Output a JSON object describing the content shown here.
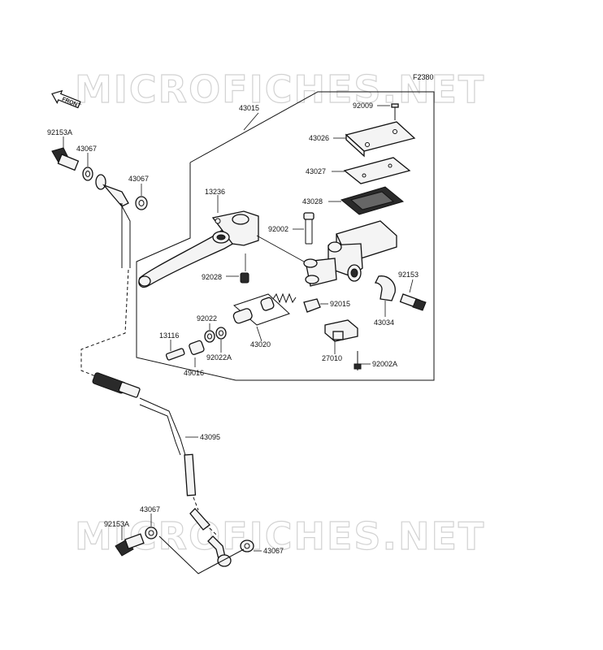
{
  "watermark": "MICROFICHES.NET",
  "figure_code": "F2380",
  "front_label": "FRONT",
  "callouts": {
    "assy": "43015",
    "banjo_bolt_top": "92153A",
    "gasket_top_1": "43067",
    "gasket_top_2": "43067",
    "screw_cap": "92009",
    "cap": "43026",
    "plate": "43027",
    "diaphragm": "43028",
    "pivot_bolt": "92002",
    "lever_adjuster": "13236",
    "lever_bushing": "92028",
    "clamp_bolt": "92153",
    "nut": "92015",
    "clamp": "43034",
    "piston_assy": "43020",
    "washer": "92022",
    "washer_a": "92022A",
    "push_rod": "13116",
    "boot": "49016",
    "switch": "27010",
    "switch_screw": "92002A",
    "hose": "43095",
    "gasket_bottom_1": "43067",
    "banjo_bolt_bottom": "92153A",
    "gasket_bottom_2": "43067"
  }
}
